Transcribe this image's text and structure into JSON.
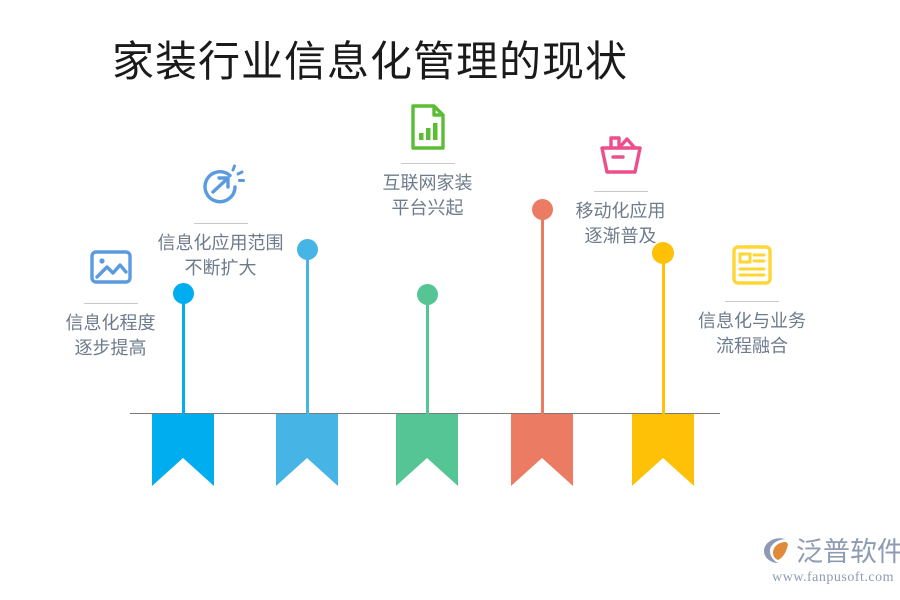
{
  "title": "家装行业信息化管理的现状",
  "colors": {
    "blue": "#00AEEF",
    "sky": "#46B4E4",
    "green": "#56C596",
    "coral": "#EC7B63",
    "yellow": "#FFC107",
    "pink": "#EC4F8C",
    "green_icon": "#5BBD36",
    "icon_blue": "#5A9BE0",
    "text": "#6D7B8C",
    "baseline": "#7A7A7A",
    "title": "#1A1A1A",
    "logo": "#8E9BB3",
    "logo_accent": "#E08A3C"
  },
  "items": [
    {
      "id": "item-1",
      "icon": "image-picture-icon",
      "icon_color": "#5A9BE0",
      "line1": "信息化程度",
      "line2": "逐步提高",
      "dot_color": "#00AEEF",
      "ribbon_color": "#00AEEF"
    },
    {
      "id": "item-2",
      "icon": "expand-arrow-circle-icon",
      "icon_color": "#5A9BE0",
      "line1": "信息化应用范围",
      "line2": "不断扩大",
      "dot_color": "#46B4E4",
      "ribbon_color": "#46B4E4"
    },
    {
      "id": "item-3",
      "icon": "document-chart-icon",
      "icon_color": "#5BBD36",
      "line1": "互联网家装",
      "line2": "平台兴起",
      "dot_color": "#56C596",
      "ribbon_color": "#56C596"
    },
    {
      "id": "item-4",
      "icon": "shopping-basket-icon",
      "icon_color": "#EC4F8C",
      "line1": "移动化应用",
      "line2": "逐渐普及",
      "dot_color": "#EC7B63",
      "ribbon_color": "#EC7B63"
    },
    {
      "id": "item-5",
      "icon": "news-article-icon",
      "icon_color": "#FFD633",
      "line1": "信息化与业务",
      "line2": "流程融合",
      "dot_color": "#FFC107",
      "ribbon_color": "#FFC107"
    }
  ],
  "logo": {
    "mark": "fanpu-logo-icon",
    "wordmark": "泛普软件",
    "url": "www.fanpusoft.com"
  }
}
